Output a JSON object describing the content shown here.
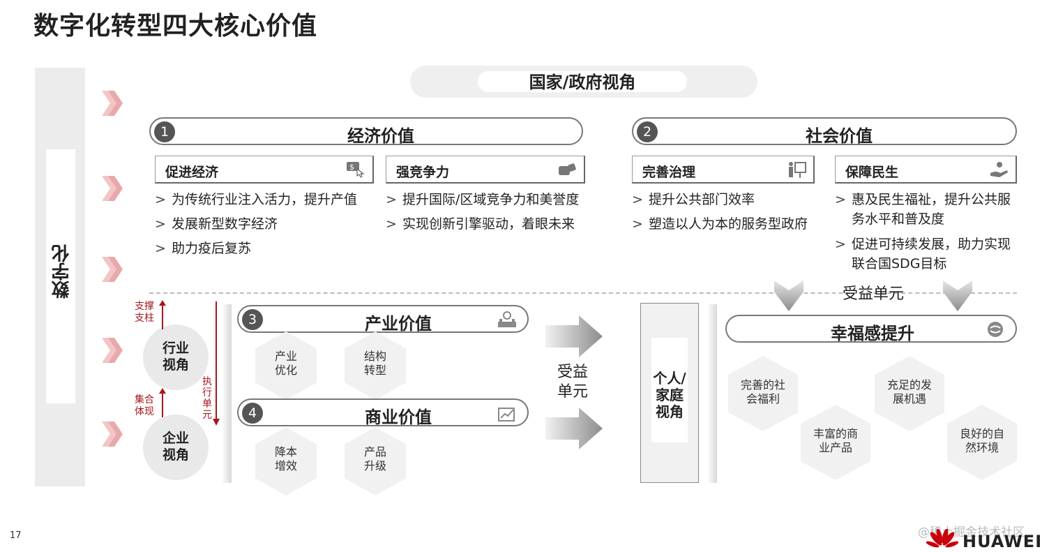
{
  "title": "数字化转型四大核心价值",
  "left_label": "数字化",
  "gov_view": "国家/政府视角",
  "economic": {
    "num": "1",
    "title": "经济价值",
    "tabs": [
      {
        "label": "促进经济",
        "icon": "money-click-icon",
        "bullets": [
          "为传统行业注入活力，提升产值",
          "发展新型数字经济",
          "助力疫后复苏"
        ]
      },
      {
        "label": "强竞争力",
        "icon": "fist-icon",
        "bullets": [
          "提升国际/区域竞争力和美誉度",
          "实现创新引擎驱动，着眼未来"
        ]
      }
    ]
  },
  "social": {
    "num": "2",
    "title": "社会价值",
    "tabs": [
      {
        "label": "完善治理",
        "icon": "presenter-board-icon",
        "bullets": [
          "提升公共部门效率",
          "塑造以人为本的服务型政府"
        ]
      },
      {
        "label": "保障民生",
        "icon": "care-hand-icon",
        "bullets": [
          "惠及民生福祉，提升公共服",
          "务水平和普及度",
          "促进可持续发展，助力实现",
          "联合国SDG目标"
        ]
      }
    ]
  },
  "bullet_marker": ">",
  "benefit_unit_top": "受益单元",
  "industry": {
    "num": "3",
    "title": "产业价值",
    "icon": "factory-gear-icon",
    "items": [
      [
        "产业",
        "优化"
      ],
      [
        "结构",
        "转型"
      ]
    ]
  },
  "business": {
    "num": "4",
    "title": "商业价值",
    "icon": "growth-chart-icon",
    "items": [
      [
        "降本",
        "增效"
      ],
      [
        "产品",
        "升级"
      ]
    ]
  },
  "industry_view": [
    "行业",
    "视角"
  ],
  "enterprise_view": [
    "企业",
    "视角"
  ],
  "support_label": [
    "支撑",
    "支柱"
  ],
  "gather_label": [
    "集合",
    "体现"
  ],
  "exec_label": [
    "执",
    "行",
    "单",
    "元"
  ],
  "benefit_unit_mid": [
    "受益",
    "单元"
  ],
  "person_view": [
    "个人/",
    "家庭",
    "视角"
  ],
  "happiness": {
    "title": "幸福感提升",
    "icon": "smile-face-icon"
  },
  "hexes": [
    [
      "完善的社",
      "会福利"
    ],
    [
      "丰富的商",
      "业产品"
    ],
    [
      "充足的发",
      "展机遇"
    ],
    [
      "良好的自",
      "然环境"
    ]
  ],
  "colors": {
    "accent_red": "#a5171c",
    "chevron": "#e8a9ab",
    "arrow_gray": "#8c8c8c"
  },
  "page_number": "17",
  "watermark": "@稀土掘金技术社区",
  "brand": "HUAWEI"
}
